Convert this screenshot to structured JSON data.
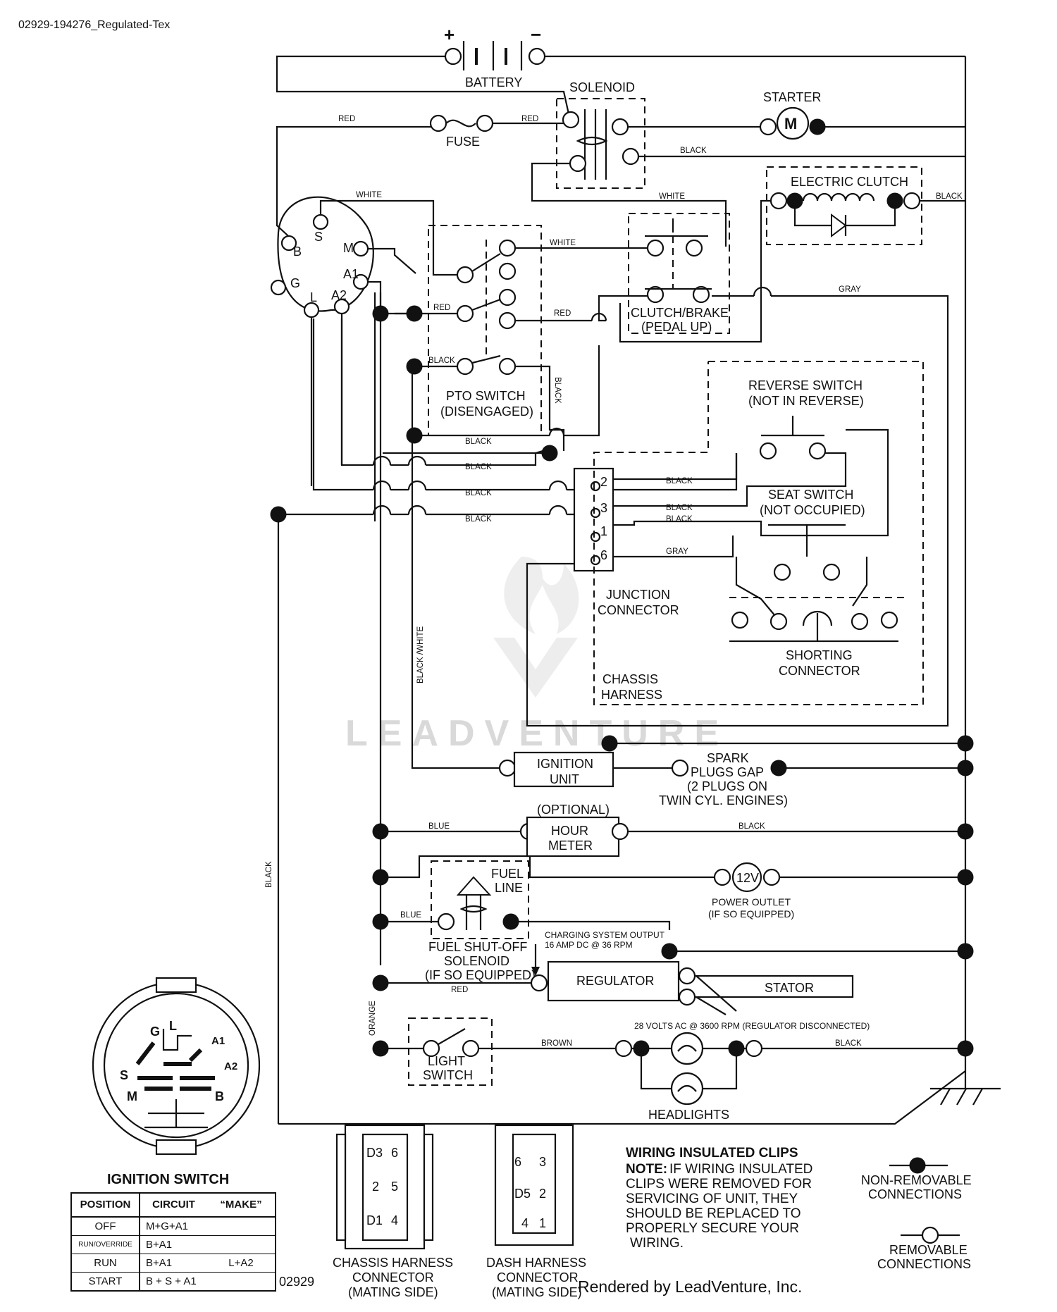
{
  "header": {
    "doc_id": "02929-194276_Regulated-Tex"
  },
  "footer": {
    "code": "02929",
    "rendered_by": "Rendered by LeadVenture, Inc."
  },
  "watermark": "LEADVENTURE",
  "battery": {
    "label": "BATTERY",
    "plus": "+",
    "minus": "−"
  },
  "components": {
    "solenoid": "SOLENOID",
    "starter": "STARTER",
    "starter_symbol": "M",
    "fuse": "FUSE",
    "electric_clutch": "ELECTRIC CLUTCH",
    "pto_switch": [
      "PTO SWITCH",
      "(DISENGAGED)"
    ],
    "clutch_brake": [
      "CLUTCH/BRAKE",
      "(PEDAL UP)"
    ],
    "reverse_switch": [
      "REVERSE SWITCH",
      "(NOT IN REVERSE)"
    ],
    "seat_switch": [
      "SEAT SWITCH",
      "(NOT OCCUPIED)"
    ],
    "junction_connector": [
      "JUNCTION",
      "CONNECTOR"
    ],
    "shorting_connector": [
      "SHORTING",
      "CONNECTOR"
    ],
    "chassis_harness": [
      "CHASSIS",
      "HARNESS"
    ],
    "ignition_unit": [
      "IGNITION",
      "UNIT"
    ],
    "spark_plugs": [
      "SPARK",
      "PLUGS GAP",
      "(2 PLUGS ON",
      "TWIN CYL. ENGINES)"
    ],
    "hour_meter": [
      "HOUR",
      "METER"
    ],
    "optional": "(OPTIONAL)",
    "fuel_line": [
      "FUEL",
      "LINE"
    ],
    "power_outlet": [
      "POWER OUTLET",
      "(IF SO EQUIPPED)"
    ],
    "power_outlet_symbol": "12V",
    "fuel_shutoff": [
      "FUEL SHUT-OFF",
      "SOLENOID",
      "(IF SO EQUIPPED)"
    ],
    "charging_output": [
      "CHARGING SYSTEM OUTPUT",
      "16 AMP DC @ 36 RPM"
    ],
    "regulator": "REGULATOR",
    "stator": "STATOR",
    "stator_note": "28 VOLTS AC @ 3600 RPM (REGULATOR DISCONNECTED)",
    "light_switch": [
      "LIGHT",
      "SWITCH"
    ],
    "headlights": "HEADLIGHTS"
  },
  "ignition_terminals": {
    "B": "B",
    "S": "S",
    "M": "M",
    "A1": "A1",
    "G": "G",
    "L": "L",
    "A2": "A2"
  },
  "junction_pins": [
    "2",
    "3",
    "1",
    "6"
  ],
  "wires": {
    "red": "RED",
    "black": "BLACK",
    "white": "WHITE",
    "gray": "GRAY",
    "blue": "BLUE",
    "brown": "BROWN",
    "orange": "ORANGE",
    "black_white": "BLACK /WHITE"
  },
  "ignition_switch": {
    "title": "IGNITION SWITCH",
    "face_labels": {
      "G": "G",
      "L": "L",
      "A1": "A1",
      "A2": "A2",
      "S": "S",
      "M": "M",
      "B": "B"
    },
    "table": {
      "headers": [
        "POSITION",
        "CIRCUIT",
        "“MAKE”"
      ],
      "rows": [
        {
          "position": "OFF",
          "circuit": "M+G+A1",
          "make": ""
        },
        {
          "position": "RUN/OVERRIDE",
          "circuit": "B+A1",
          "make": ""
        },
        {
          "position": "RUN",
          "circuit": "B+A1",
          "make": "L+A2"
        },
        {
          "position": "START",
          "circuit": "B + S + A1",
          "make": ""
        }
      ]
    }
  },
  "chassis_connector": {
    "caption": [
      "CHASSIS HARNESS",
      "CONNECTOR",
      "(MATING SIDE)"
    ],
    "pins": {
      "left": [
        "D3",
        "2",
        "D1"
      ],
      "right": [
        "6",
        "5",
        "4"
      ]
    }
  },
  "dash_connector": {
    "caption": [
      "DASH HARNESS",
      "CONNECTOR",
      "(MATING SIDE)"
    ],
    "pins": {
      "left": [
        "6",
        "D5",
        "4"
      ],
      "right": [
        "3",
        "2",
        "1"
      ]
    }
  },
  "notes": {
    "title": "WIRING INSULATED CLIPS",
    "note_prefix": "NOTE:",
    "lines": [
      "IF WIRING INSULATED",
      "CLIPS WERE REMOVED FOR",
      "SERVICING OF UNIT, THEY",
      "SHOULD BE REPLACED TO",
      "PROPERLY SECURE YOUR",
      "WIRING."
    ]
  },
  "legend": {
    "non_removable": [
      "NON-REMOVABLE",
      "CONNECTIONS"
    ],
    "removable": [
      "REMOVABLE",
      "CONNECTIONS"
    ]
  }
}
